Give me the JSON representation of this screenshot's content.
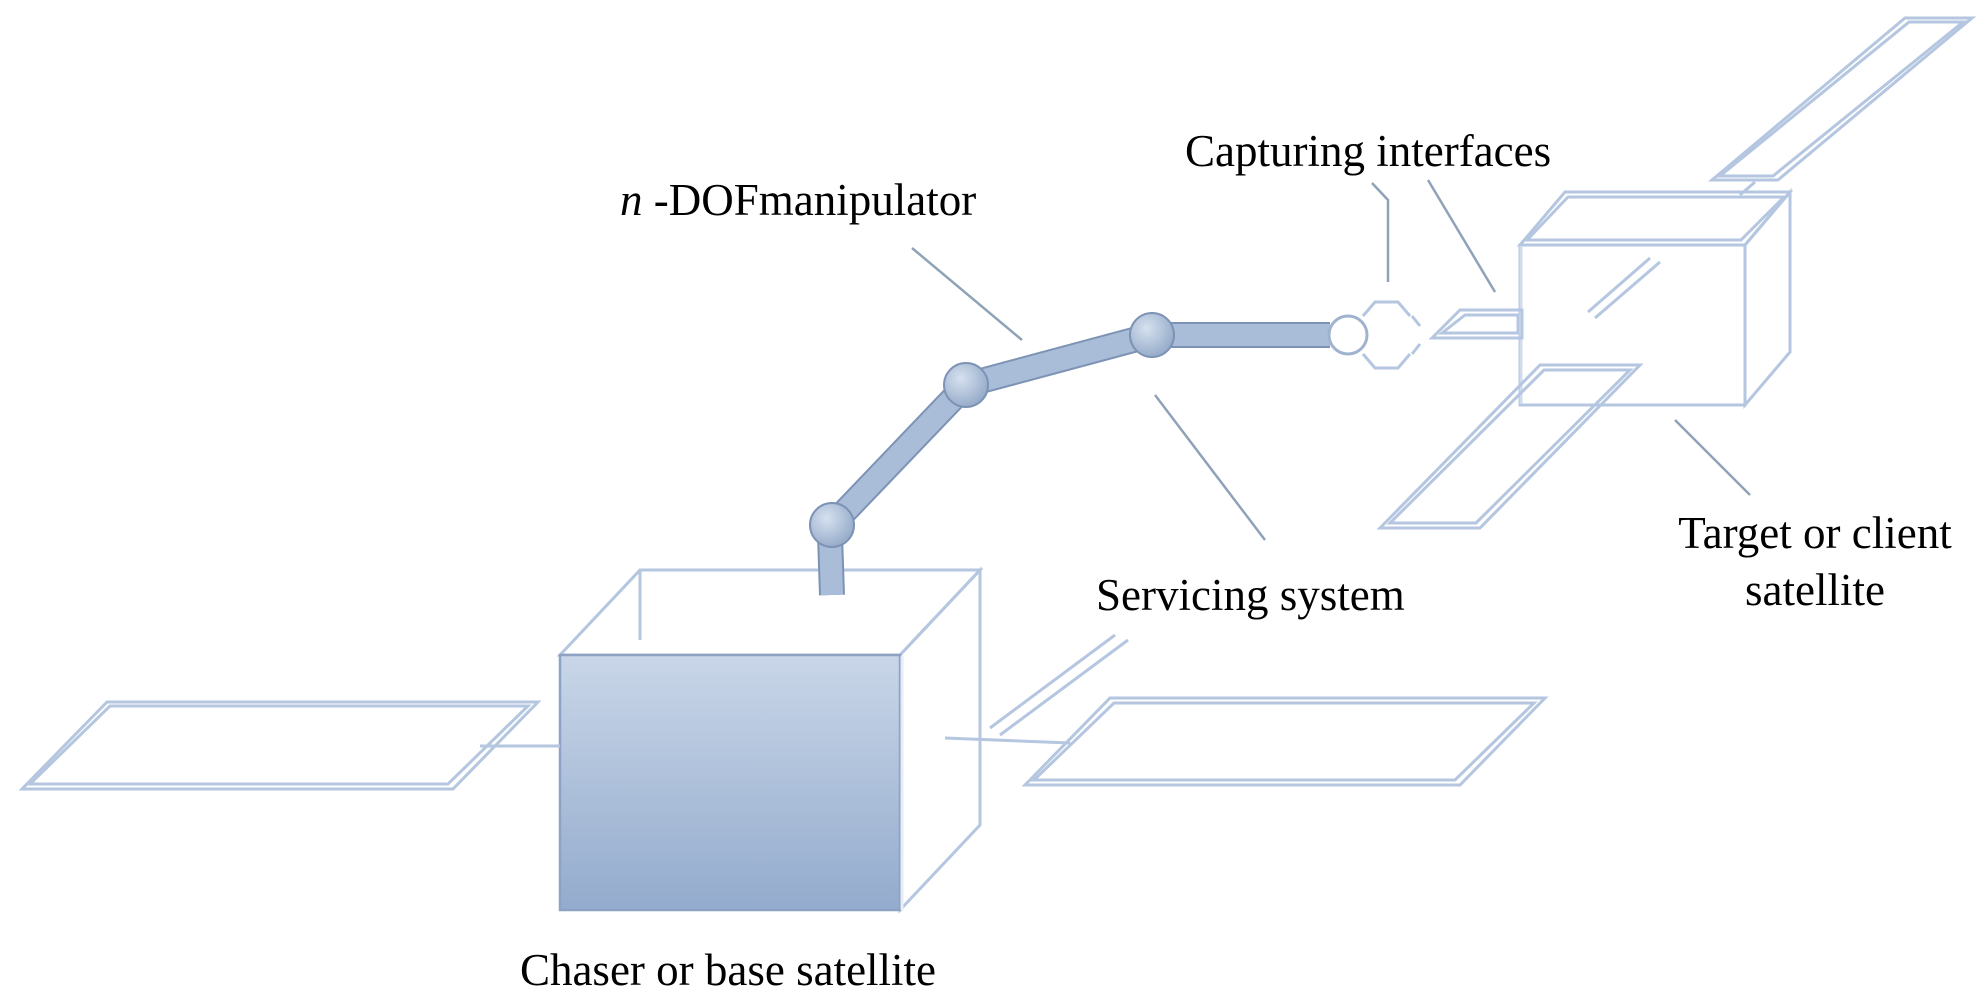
{
  "labels": {
    "manipulator_italic": "n",
    "manipulator_rest": " -DOFmanipulator",
    "capturing": "Capturing interfaces",
    "servicing": "Servicing system",
    "target_line1": "Target or client",
    "target_line2": "satellite",
    "chaser": "Chaser or base satellite"
  },
  "colors": {
    "outline": "#b4c6e0",
    "leader": "#8fa2b8",
    "arm_fill": "#a9bcd8",
    "arm_stroke": "#7d93b5",
    "cube_top": "#c9d6e8",
    "cube_bottom": "#93abcd"
  }
}
